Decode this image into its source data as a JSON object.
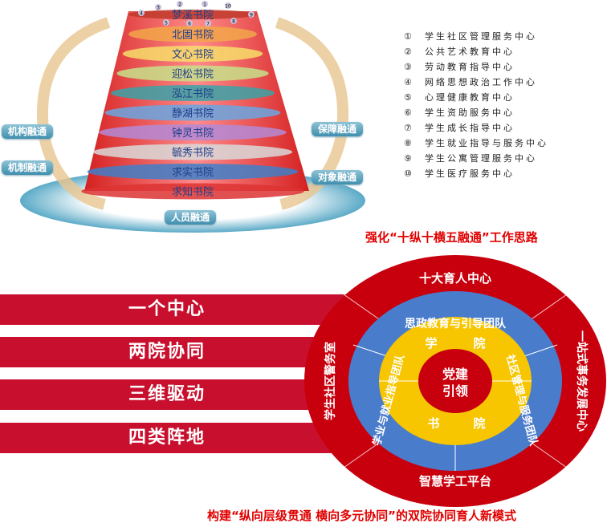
{
  "top_diagram": {
    "colleges": [
      "梦溪书院",
      "北固书院",
      "文心书院",
      "迎松书院",
      "泓江书院",
      "静湖书院",
      "钟灵书院",
      "毓秀书院",
      "求实书院",
      "求知书院"
    ],
    "band_colors": [
      "#c0392b",
      "#f2a64a",
      "#f7dd6a",
      "#c6e08a",
      "#3aa3a8",
      "#6aa6e0",
      "#b48ad6",
      "#d9d9d9",
      "#3f7fc8",
      "#d33"
    ],
    "number_badges": [
      "1",
      "2",
      "3",
      "4",
      "5",
      "6",
      "7",
      "8",
      "9",
      "10"
    ],
    "integrations": {
      "institution": "机构融通",
      "mechanism": "机制融通",
      "guarantee": "保障融通",
      "target": "对象融通",
      "personnel": "人员融通"
    },
    "centers": [
      {
        "num": "①",
        "name": "学生社区管理服务中心"
      },
      {
        "num": "②",
        "name": "公共艺术教育中心"
      },
      {
        "num": "③",
        "name": "劳动教育指导中心"
      },
      {
        "num": "④",
        "name": "网络思想政治工作中心"
      },
      {
        "num": "⑤",
        "name": "心理健康教育中心"
      },
      {
        "num": "⑥",
        "name": "学生资助服务中心"
      },
      {
        "num": "⑦",
        "name": "学生成长指导中心"
      },
      {
        "num": "⑧",
        "name": "学生就业指导与服务中心"
      },
      {
        "num": "⑨",
        "name": "学生公寓管理服务中心"
      },
      {
        "num": "⑩",
        "name": "学生医疗服务中心"
      }
    ],
    "caption": "强化“十纵十横五融通”工作思路"
  },
  "bottom_diagram": {
    "bars": [
      "一个中心",
      "两院协同",
      "三维驱动",
      "四类阵地"
    ],
    "outer_ring": {
      "top": "十大育人中心",
      "right": "一站式事务发展中心",
      "bottom": "智慧学工平台",
      "left": "学生社区警务室"
    },
    "blue_ring": {
      "top": "思政教育与引导团队",
      "right": "社区管理与服务团队",
      "left": "学业与就业指导团队"
    },
    "yellow_ring": {
      "xue": "学",
      "yuan1": "院",
      "shu": "书",
      "yuan2": "院"
    },
    "core": {
      "line1": "党建",
      "line2": "引领"
    },
    "caption": "构建“纵向层级贯通 横向多元协同”的双院协同育人新模式",
    "colors": {
      "red": "#c8000e",
      "blue": "#4a7ccc",
      "yellow": "#f7c600"
    }
  }
}
